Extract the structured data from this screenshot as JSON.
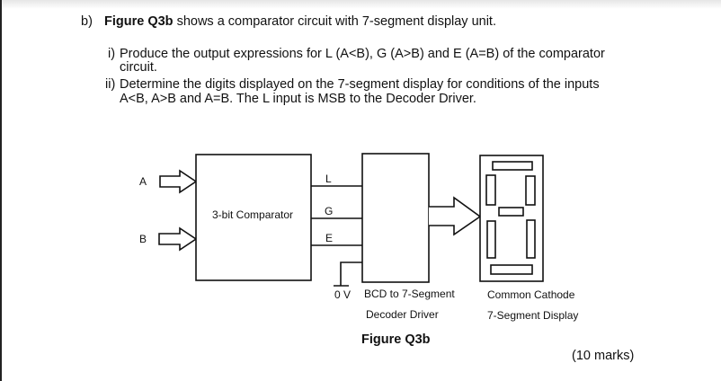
{
  "question": {
    "part_label": "b)",
    "intro_bold": "Figure Q3b",
    "intro_rest": " shows a comparator circuit with 7-segment display unit.",
    "items": [
      {
        "label": "i)",
        "line1": "Produce the output expressions for L (A<B), G (A>B) and E (A=B) of the comparator",
        "line2": "circuit."
      },
      {
        "label": "ii)",
        "line1": "Determine the digits displayed on the 7-segment display for conditions of the inputs",
        "line2": "A<B, A>B and A=B. The L input is MSB to the Decoder Driver."
      }
    ],
    "marks": "(10 marks)"
  },
  "figure": {
    "caption": "Figure Q3b",
    "inputs": [
      "A",
      "B"
    ],
    "comparator_label": "3-bit Comparator",
    "outputs": [
      "L",
      "G",
      "E"
    ],
    "ground_label": "0 V",
    "decoder_label_line1": "BCD to 7-Segment",
    "decoder_label_line2": "Decoder Driver",
    "display_label_line1": "Common Cathode",
    "display_label_line2": "7-Segment Display"
  }
}
